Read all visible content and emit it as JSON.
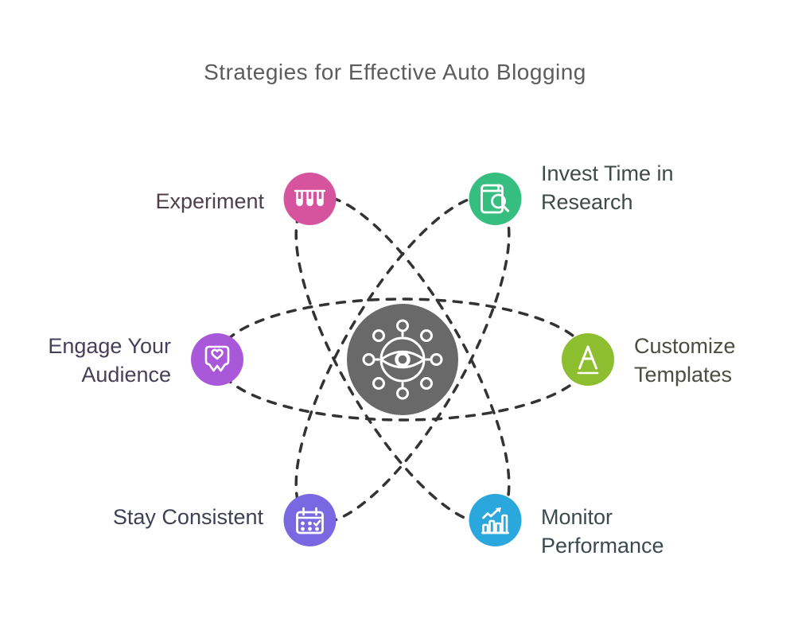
{
  "title": "Strategies for Effective Auto Blogging",
  "colors": {
    "background": "#FFFFFF",
    "title_text": "#5C5C5C",
    "orbit": "#333333",
    "hub": "#696969",
    "icon": "#FFFFFF"
  },
  "hub": {
    "icon": "eye-network-icon"
  },
  "nodes": [
    {
      "id": "experiment",
      "label": "Experiment",
      "lines": [
        "Experiment"
      ],
      "color": "#D6549E",
      "label_color": "#4E4049",
      "icon": "test-tubes-icon",
      "position": "top-left"
    },
    {
      "id": "invest-time-in-research",
      "label": "Invest Time in Research",
      "lines": [
        "Invest Time in",
        "Research"
      ],
      "color": "#36BE81",
      "label_color": "#404B46",
      "icon": "book-magnifier-icon",
      "position": "top-right"
    },
    {
      "id": "engage-your-audience",
      "label": "Engage Your Audience",
      "lines": [
        "Engage Your",
        "Audience"
      ],
      "color": "#A958DA",
      "label_color": "#473F58",
      "icon": "heart-message-icon",
      "position": "left"
    },
    {
      "id": "customize-templates",
      "label": "Customize Templates",
      "lines": [
        "Customize",
        "Templates"
      ],
      "color": "#8DBE2F",
      "label_color": "#4A4D42",
      "icon": "letter-a-underline-icon",
      "position": "right"
    },
    {
      "id": "stay-consistent",
      "label": "Stay Consistent",
      "lines": [
        "Stay Consistent"
      ],
      "color": "#7A68E2",
      "label_color": "#3F3F55",
      "icon": "calendar-check-icon",
      "position": "bottom-left"
    },
    {
      "id": "monitor-performance",
      "label": "Monitor Performance",
      "lines": [
        "Monitor",
        "Performance"
      ],
      "color": "#2AA8DE",
      "label_color": "#3C4A50",
      "icon": "bar-chart-growth-icon",
      "position": "bottom-right"
    }
  ]
}
